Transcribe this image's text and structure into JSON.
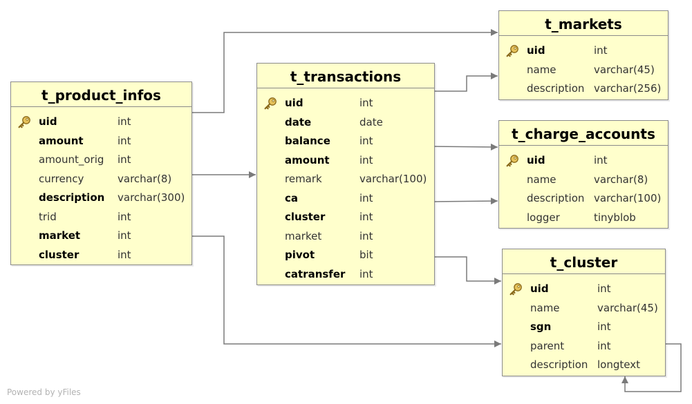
{
  "tables": {
    "markets": {
      "title": "t_markets",
      "rows": [
        {
          "name": "uid",
          "type": "int",
          "key": true,
          "bold": true
        },
        {
          "name": "name",
          "type": "varchar(45)",
          "key": false,
          "bold": false
        },
        {
          "name": "description",
          "type": "varchar(256)",
          "key": false,
          "bold": false
        }
      ]
    },
    "product_infos": {
      "title": "t_product_infos",
      "rows": [
        {
          "name": "uid",
          "type": "int",
          "key": true,
          "bold": true
        },
        {
          "name": "amount",
          "type": "int",
          "key": false,
          "bold": true
        },
        {
          "name": "amount_orig",
          "type": "int",
          "key": false,
          "bold": false
        },
        {
          "name": "currency",
          "type": "varchar(8)",
          "key": false,
          "bold": false
        },
        {
          "name": "description",
          "type": "varchar(300)",
          "key": false,
          "bold": true
        },
        {
          "name": "trid",
          "type": "int",
          "key": false,
          "bold": false
        },
        {
          "name": "market",
          "type": "int",
          "key": false,
          "bold": true
        },
        {
          "name": "cluster",
          "type": "int",
          "key": false,
          "bold": true
        }
      ]
    },
    "transactions": {
      "title": "t_transactions",
      "rows": [
        {
          "name": "uid",
          "type": "int",
          "key": true,
          "bold": true
        },
        {
          "name": "date",
          "type": "date",
          "key": false,
          "bold": true
        },
        {
          "name": "balance",
          "type": "int",
          "key": false,
          "bold": true
        },
        {
          "name": "amount",
          "type": "int",
          "key": false,
          "bold": true
        },
        {
          "name": "remark",
          "type": "varchar(100)",
          "key": false,
          "bold": false
        },
        {
          "name": "ca",
          "type": "int",
          "key": false,
          "bold": true
        },
        {
          "name": "cluster",
          "type": "int",
          "key": false,
          "bold": true
        },
        {
          "name": "market",
          "type": "int",
          "key": false,
          "bold": false
        },
        {
          "name": "pivot",
          "type": "bit",
          "key": false,
          "bold": true
        },
        {
          "name": "catransfer",
          "type": "int",
          "key": false,
          "bold": true
        }
      ]
    },
    "charge_accounts": {
      "title": "t_charge_accounts",
      "rows": [
        {
          "name": "uid",
          "type": "int",
          "key": true,
          "bold": true
        },
        {
          "name": "name",
          "type": "varchar(8)",
          "key": false,
          "bold": false
        },
        {
          "name": "description",
          "type": "varchar(100)",
          "key": false,
          "bold": false
        },
        {
          "name": "logger",
          "type": "tinyblob",
          "key": false,
          "bold": false
        }
      ]
    },
    "cluster": {
      "title": "t_cluster",
      "rows": [
        {
          "name": "uid",
          "type": "int",
          "key": true,
          "bold": true
        },
        {
          "name": "name",
          "type": "varchar(45)",
          "key": false,
          "bold": false
        },
        {
          "name": "sgn",
          "type": "int",
          "key": false,
          "bold": true
        },
        {
          "name": "parent",
          "type": "int",
          "key": false,
          "bold": false
        },
        {
          "name": "description",
          "type": "longtext",
          "key": false,
          "bold": false
        }
      ]
    }
  },
  "relations": [
    {
      "from": "product_infos",
      "to": "markets"
    },
    {
      "from": "product_infos",
      "to": "transactions"
    },
    {
      "from": "product_infos",
      "to": "cluster"
    },
    {
      "from": "transactions",
      "to": "markets"
    },
    {
      "from": "transactions",
      "to": "charge_accounts"
    },
    {
      "from": "transactions",
      "to": "charge_accounts"
    },
    {
      "from": "transactions",
      "to": "cluster"
    },
    {
      "from": "cluster",
      "to": "cluster"
    }
  ],
  "colors": {
    "table_fill": "#ffffcc",
    "table_border": "#8a8a8a",
    "connector": "#7a7a7a",
    "footer_text": "#b3b3b3"
  },
  "key_icon": "key-icon",
  "footer": {
    "text": "Powered by yFiles"
  }
}
